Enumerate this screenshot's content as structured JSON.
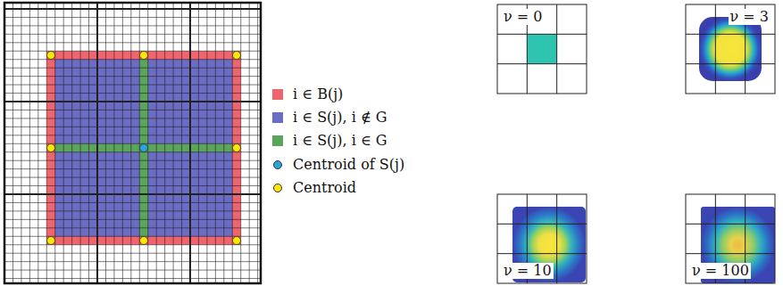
{
  "diagram": {
    "nodes": [
      {
        "text": [
          "ν = 0"
        ]
      },
      {
        "text": [
          "ν = 3"
        ]
      },
      {
        "text": [
          "ν = 10"
        ]
      },
      {
        "text": [
          "ν = 100"
        ]
      }
    ],
    "legend": [
      {
        "text": "i ∈ B(j)",
        "color": "#f0646e"
      },
      {
        "text": "i ∈ S(j), i ∉ G",
        "color": "#6b6cc4"
      },
      {
        "text": "i ∈ S(j), i ∈ G",
        "color": "#5aa55a"
      },
      {
        "text": "Centroid of S(j)"
      },
      {
        "text": "Centroid"
      }
    ]
  }
}
